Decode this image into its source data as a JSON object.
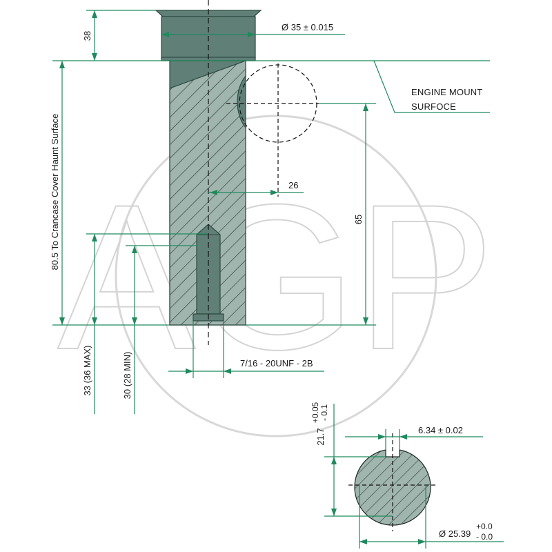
{
  "colors": {
    "part_fill": "#5f7f77",
    "section_fill": "#9fb5ae",
    "dimension": "#1f8a5e",
    "watermark": "#d4d4d4"
  },
  "watermark": {
    "text": "AGP"
  },
  "labels": {
    "engine_mount": [
      "ENGINE MOUNT",
      "SURFOCE"
    ]
  },
  "dimensions": {
    "flange_height": "38",
    "flange_diameter": "Ø 35 ± 0.015",
    "overall_length": "80.5  To Crancase Cover Haunt Surface",
    "offset": "26",
    "mount_height": "65",
    "thread_depth_max": "33 (36 MAX)",
    "thread_depth_min": "30 (28 MIN)",
    "thread_spec": "7/16 - 20UNF - 2B",
    "key_height": "21.7",
    "key_height_plus": "+0.05",
    "key_height_minus": "- 0.1",
    "key_width": "6.34 ± 0.02",
    "shaft_diameter": "Ø 25.39",
    "shaft_diameter_plus": "+0.0",
    "shaft_diameter_minus": "- 0.0"
  }
}
